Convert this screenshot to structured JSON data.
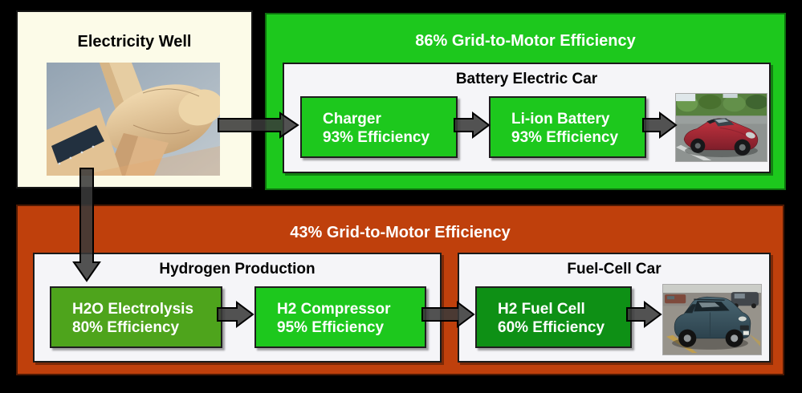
{
  "electricity_well": {
    "title": "Electricity Well",
    "photo": "wind-turbine"
  },
  "battery_path": {
    "headline": "86% Grid-to-Motor Efficiency",
    "card_title": "Battery Electric Car",
    "stages": [
      {
        "name": "Charger",
        "efficiency": "93% Efficiency",
        "color": "#1DC81D"
      },
      {
        "name": "Li-ion Battery",
        "efficiency": "93% Efficiency",
        "color": "#1DC81D"
      }
    ],
    "photo": "red-electric-roadster",
    "colors": {
      "panel": "#1DC81D",
      "card_bg": "#F5F5F8",
      "headline_text": "#FFFFFF"
    }
  },
  "hydrogen_path": {
    "headline": "43% Grid-to-Motor Efficiency",
    "production_card_title": "Hydrogen Production",
    "car_card_title": "Fuel-Cell Car",
    "stages": [
      {
        "name": "H2O Electrolysis",
        "efficiency": "80% Efficiency",
        "color": "#4EA41C"
      },
      {
        "name": "H2 Compressor",
        "efficiency": "95% Efficiency",
        "color": "#1DC81D"
      },
      {
        "name": "H2 Fuel Cell",
        "efficiency": "60% Efficiency",
        "color": "#0E9015"
      }
    ],
    "photo": "fuel-cell-suv",
    "colors": {
      "panel": "#BF400C",
      "card_bg": "#F5F5F8",
      "headline_text": "#FFFFFF"
    }
  },
  "arrow_color": "#3A3A3A",
  "background_color": "#000000"
}
